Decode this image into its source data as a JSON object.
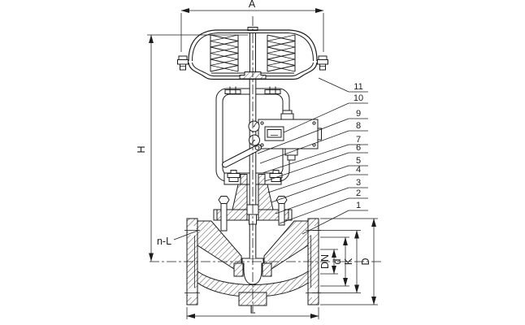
{
  "drawing": {
    "kind": "sectional engineering drawing",
    "subject": "pneumatic diaphragm-actuated globe control valve with valve positioner",
    "background_color": "#ffffff",
    "line_color": "#1c1c1c"
  },
  "labels": {
    "overall_width": "A",
    "overall_height": "H",
    "flange_bolt_holes": "n-L",
    "face_to_face": "L",
    "nominal_diameter": "DN",
    "raised_face_diameter": "d",
    "bolt_circle_diameter": "K",
    "flange_outside_diameter": "D"
  },
  "callouts": [
    "1",
    "2",
    "3",
    "4",
    "5",
    "6",
    "7",
    "8",
    "9",
    "10",
    "11"
  ]
}
